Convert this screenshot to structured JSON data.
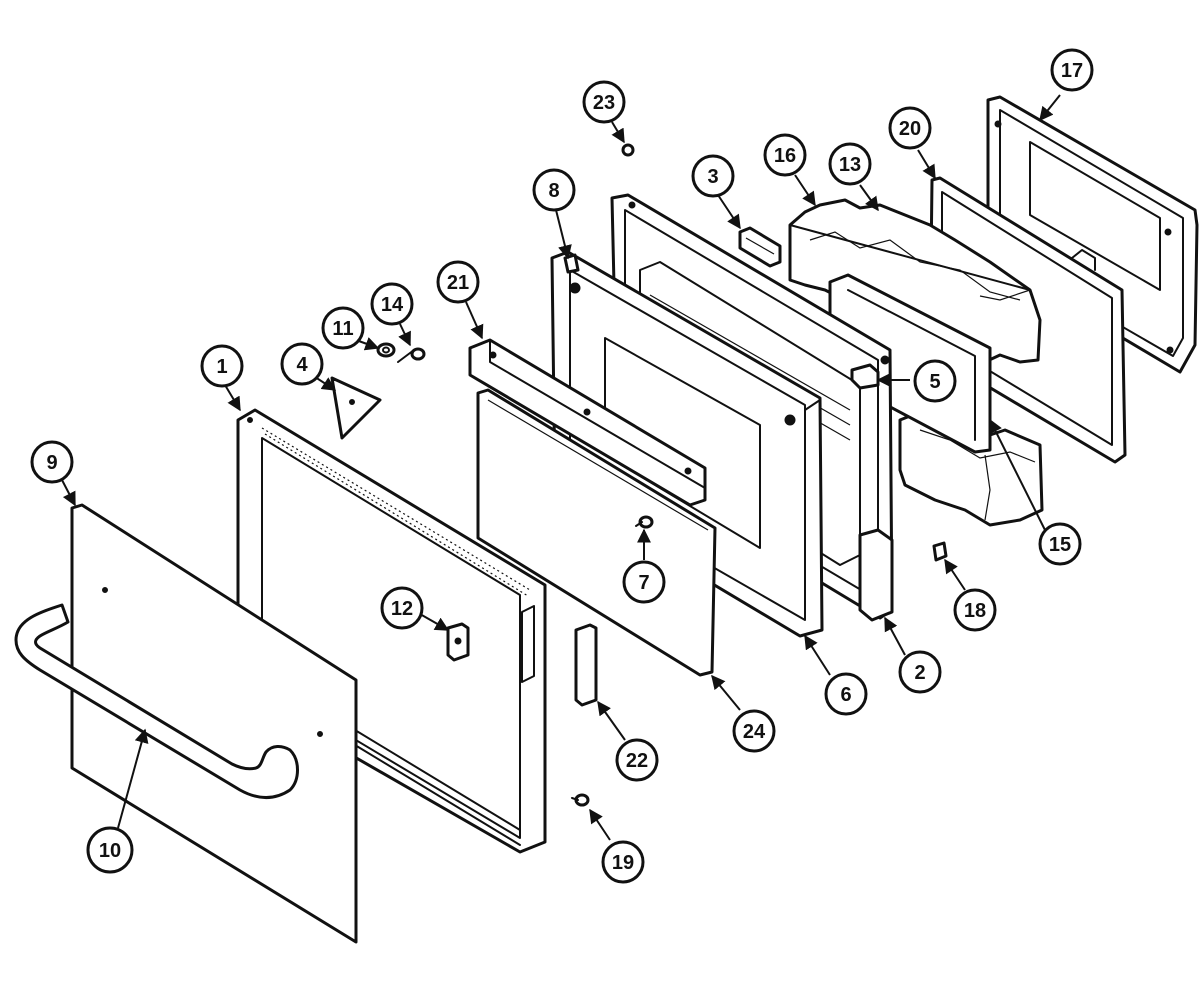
{
  "callouts": [
    {
      "label": "1"
    },
    {
      "label": "2"
    },
    {
      "label": "3"
    },
    {
      "label": "4"
    },
    {
      "label": "5"
    },
    {
      "label": "6"
    },
    {
      "label": "7"
    },
    {
      "label": "8"
    },
    {
      "label": "9"
    },
    {
      "label": "10"
    },
    {
      "label": "11"
    },
    {
      "label": "12"
    },
    {
      "label": "13"
    },
    {
      "label": "14"
    },
    {
      "label": "15"
    },
    {
      "label": "16"
    },
    {
      "label": "17"
    },
    {
      "label": "18"
    },
    {
      "label": "19"
    },
    {
      "label": "20"
    },
    {
      "label": "21"
    },
    {
      "label": "22"
    },
    {
      "label": "23"
    },
    {
      "label": "24"
    }
  ]
}
